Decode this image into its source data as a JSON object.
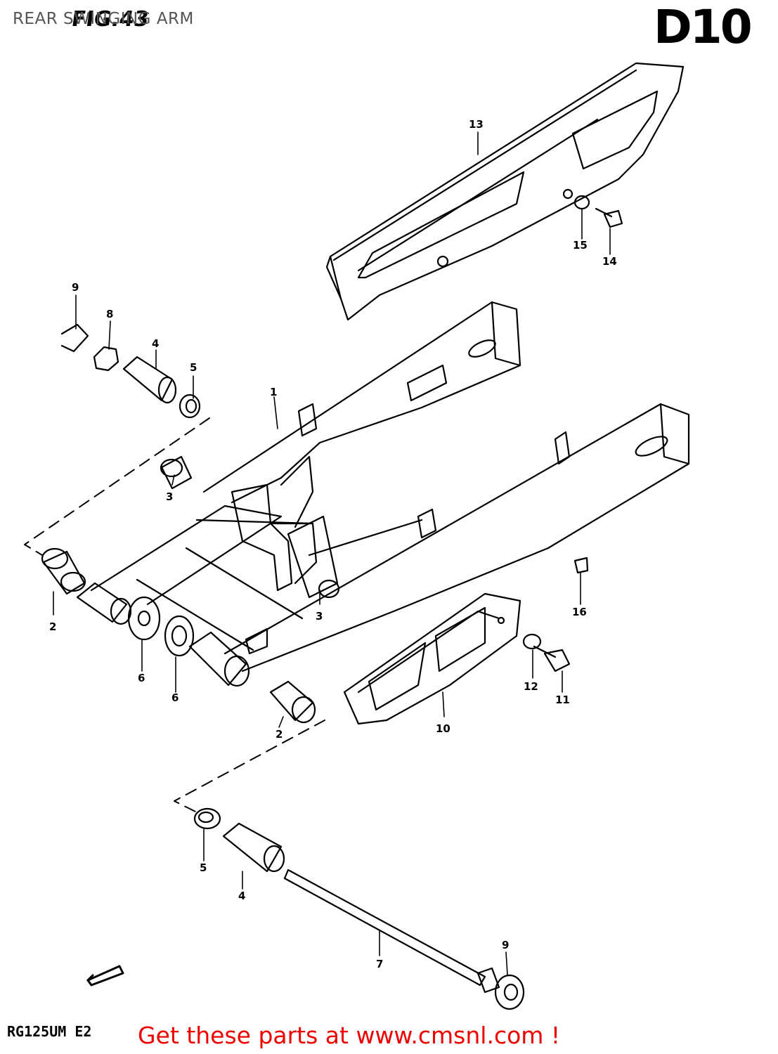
{
  "header": {
    "overlay_title": "REAR SWINGING ARM",
    "fig_label": "FIG.43",
    "model_badge": "D10"
  },
  "model_code": "RG125UM E2",
  "footer_text": "Get these parts at www.cmsnl.com !",
  "parts": [
    "1",
    "2",
    "2",
    "3",
    "3",
    "4",
    "4",
    "5",
    "5",
    "6",
    "6",
    "7",
    "8",
    "9",
    "9",
    "10",
    "11",
    "12",
    "13",
    "14",
    "15",
    "16"
  ],
  "colors": {
    "line": "#000000",
    "footer": "#ee0000",
    "overlay": "#555555"
  },
  "icons": [
    "front-arrow-icon"
  ]
}
